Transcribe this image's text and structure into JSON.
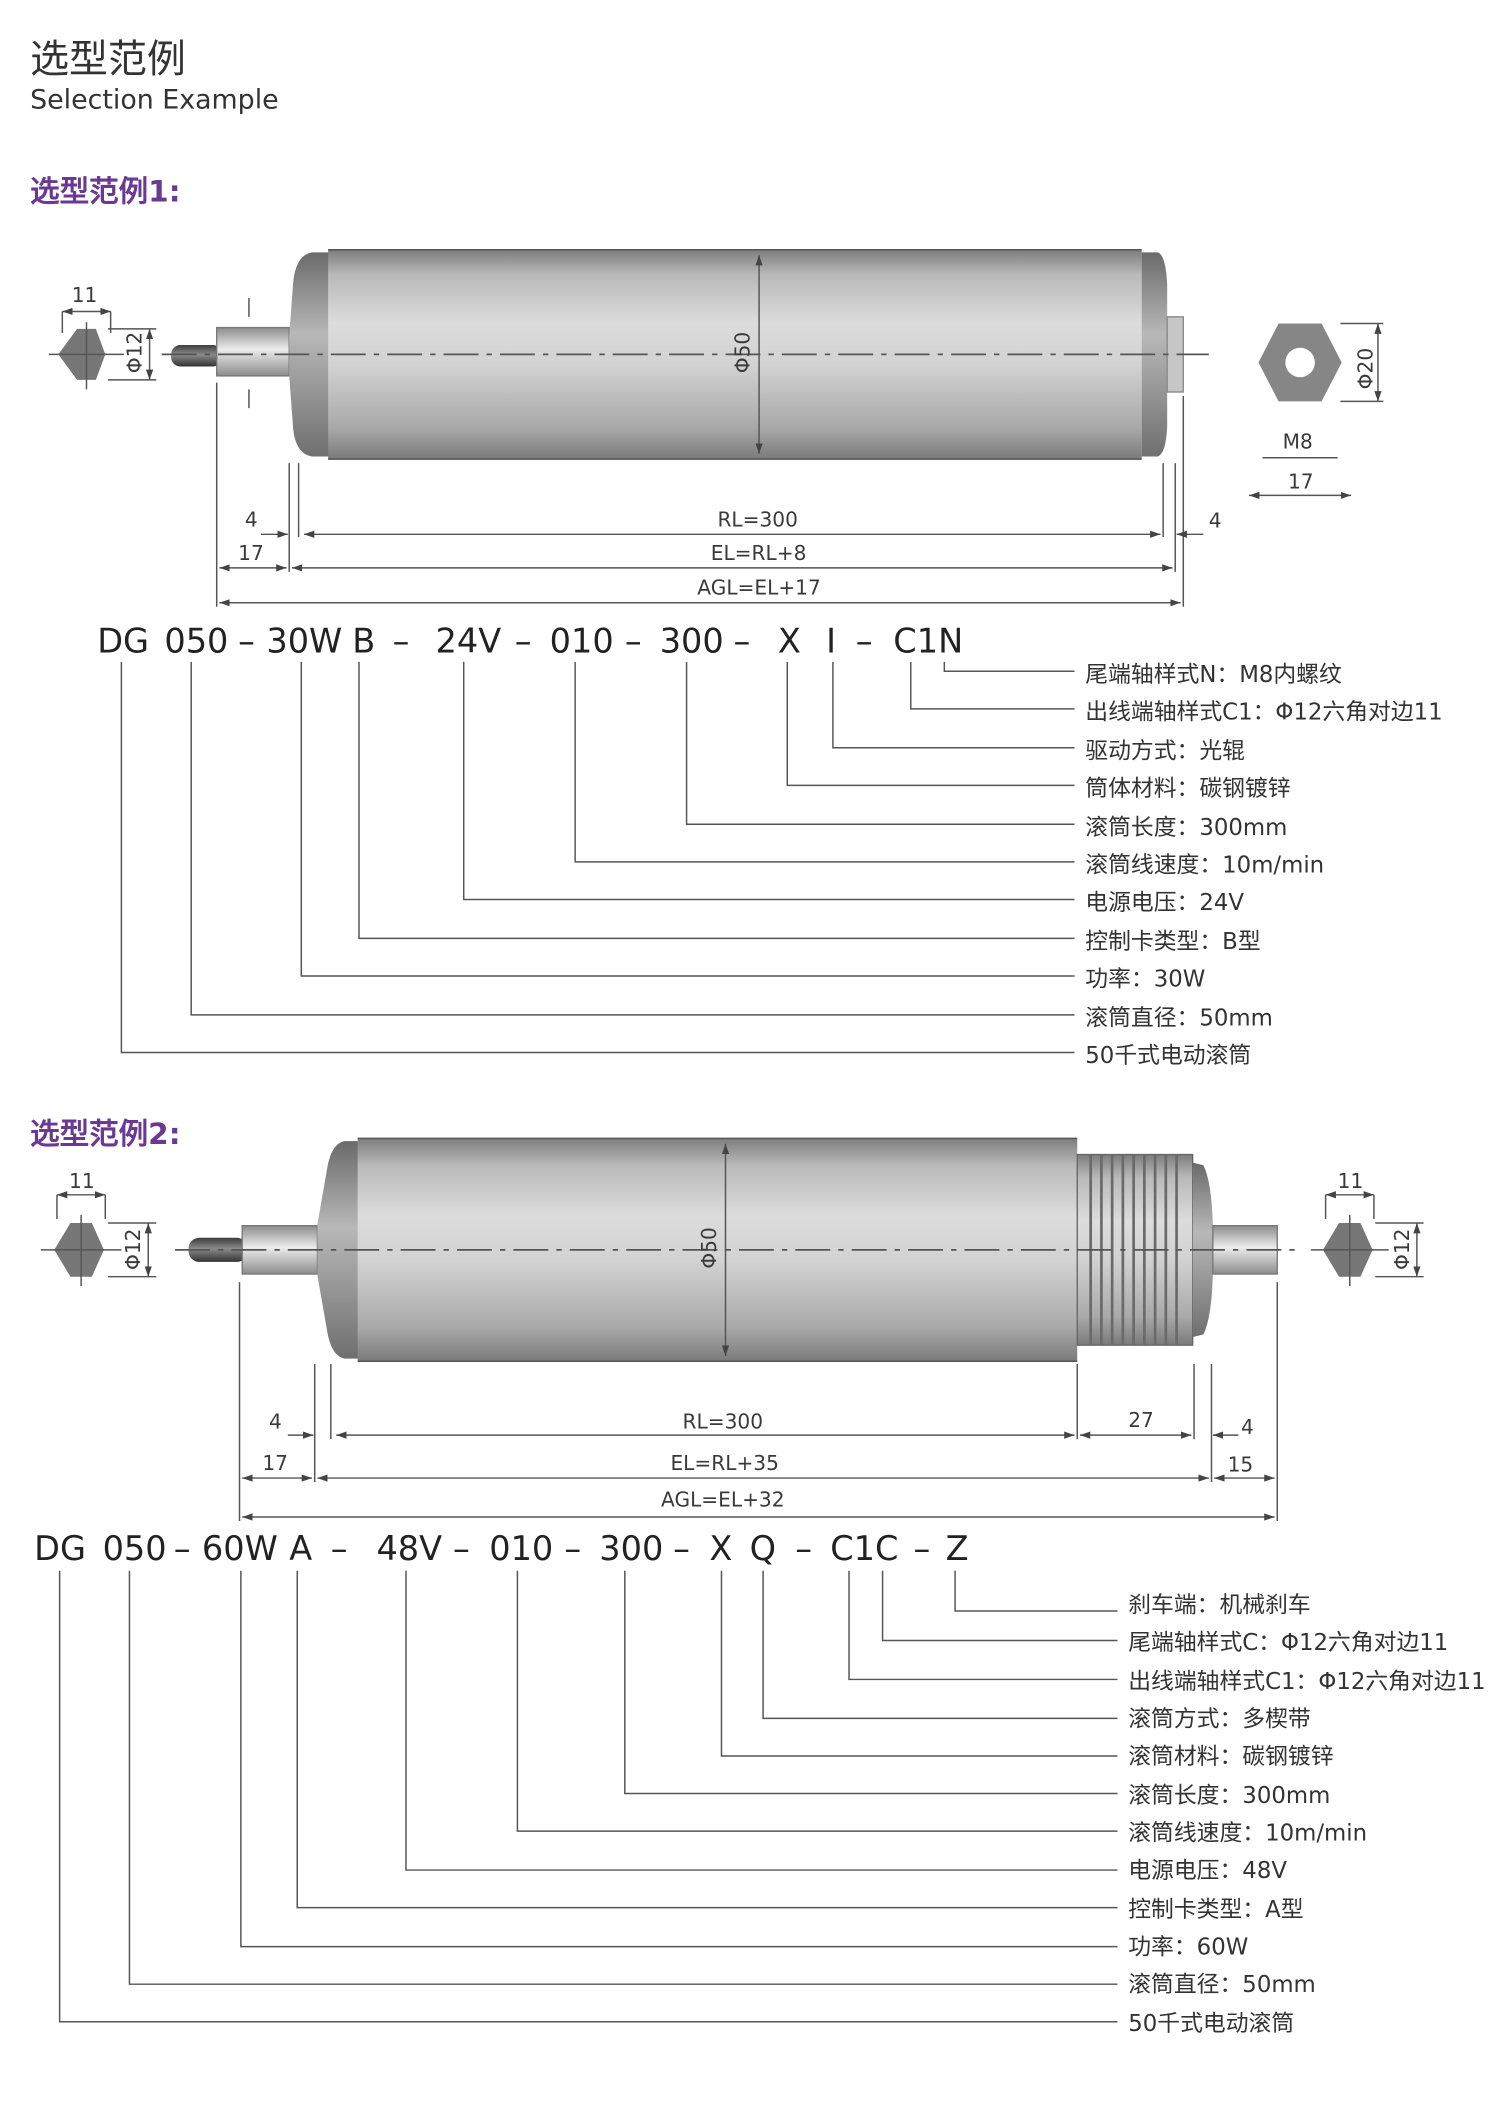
{
  "header": {
    "title_cn": "选型范例",
    "title_en": "Selection  Example"
  },
  "example1": {
    "title": "选型范例1:",
    "left_end": {
      "flat": "11",
      "dia": "Φ12"
    },
    "tube_dia": "Φ50",
    "right_end": {
      "dia": "Φ20",
      "thread": "M8",
      "length": "17"
    },
    "dims": {
      "rl": "RL=300",
      "el": "EL=RL+8",
      "agl": "AGL=EL+17",
      "left_gap": "4",
      "left_shaft": "17",
      "right_gap": "4"
    },
    "code": [
      "DG",
      "050",
      "–",
      "30W",
      "B",
      "–",
      "24V",
      "–",
      "010",
      "–",
      "300",
      "–",
      "X",
      "I",
      "–",
      "C1N"
    ],
    "legend": [
      "尾端轴样式N：M8内螺纹",
      "出线端轴样式C1：Φ12六角对边11",
      "驱动方式：光辊",
      "筒体材料：碳钢镀锌",
      "滚筒长度：300mm",
      "滚筒线速度：10m/min",
      "电源电压：24V",
      "控制卡类型：B型",
      "功率：30W",
      "滚筒直径：50mm",
      "50千式电动滚筒"
    ]
  },
  "example2": {
    "title": "选型范例2:",
    "left_end": {
      "flat": "11",
      "dia": "Φ12"
    },
    "tube_dia": "Φ50",
    "right_end": {
      "flat": "11",
      "dia": "Φ12"
    },
    "dims": {
      "rl": "RL=300",
      "el": "EL=RL+35",
      "agl": "AGL=EL+32",
      "left_gap": "4",
      "left_shaft": "17",
      "groove": "27",
      "right_gap": "4",
      "right_shaft": "15"
    },
    "code": [
      "DG",
      "050",
      "–",
      "60W",
      "A",
      "–",
      "48V",
      "–",
      "010",
      "–",
      "300",
      "–",
      "X",
      "Q",
      "–",
      "C1C",
      "–",
      "Z"
    ],
    "legend": [
      "刹车端：机械刹车",
      "尾端轴样式C：Φ12六角对边11",
      "出线端轴样式C1：Φ12六角对边11",
      "滚筒方式：多楔带",
      "滚筒材料：碳钢镀锌",
      "滚筒长度：300mm",
      "滚筒线速度：10m/min",
      "电源电压：48V",
      "控制卡类型：A型",
      "功率：60W",
      "滚筒直径：50mm",
      "50千式电动滚筒"
    ]
  }
}
